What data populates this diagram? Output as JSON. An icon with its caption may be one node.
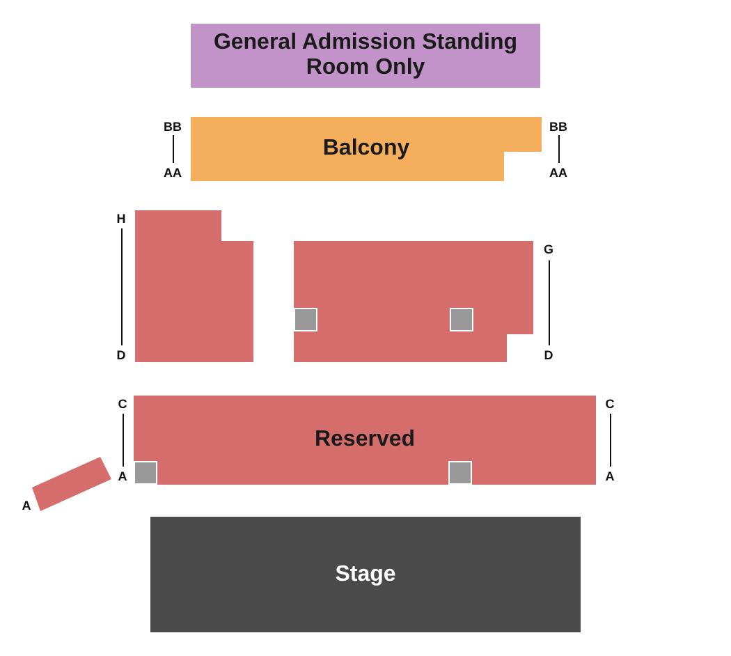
{
  "diagram": {
    "nodes": [
      {
        "text": [
          "General Admission Standing Room Only"
        ]
      },
      {
        "text": [
          "Balcony"
        ]
      },
      {
        "text": [],
        "shape": "box"
      },
      {
        "text": [],
        "shape": "box"
      },
      {
        "text": [
          "Reserved"
        ]
      },
      {
        "text": [],
        "shape": "box"
      },
      {
        "text": [
          "Stage"
        ]
      }
    ],
    "labels": [
      "BB",
      "BB",
      "AA",
      "AA",
      "H",
      "G",
      "D",
      "D",
      "C",
      "C",
      "A",
      "A",
      "A"
    ]
  }
}
